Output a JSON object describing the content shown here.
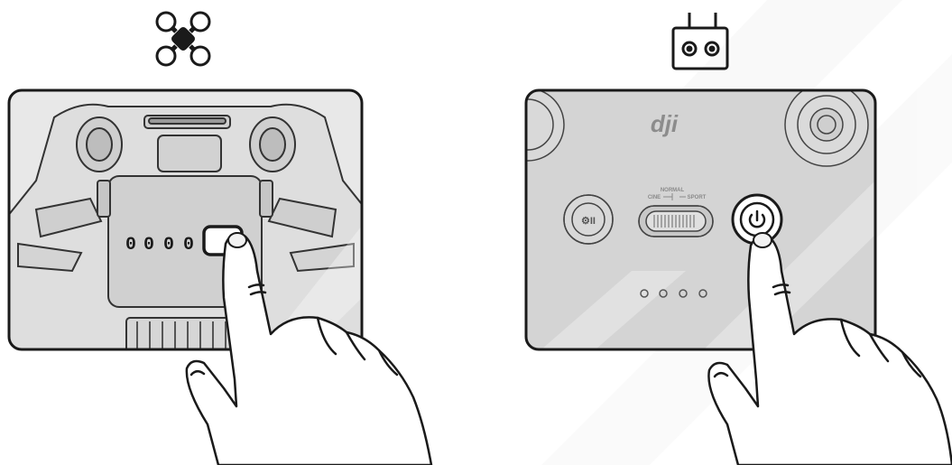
{
  "left_panel": {
    "device_icon": "drone-icon",
    "battery_leds": 4,
    "battery_led_glyph": "0",
    "pressed_button": "battery-power-button"
  },
  "right_panel": {
    "device_icon": "remote-controller-icon",
    "brand_logo": "dji",
    "flight_mode_labels": {
      "top": "NORMAL",
      "left": "CINE",
      "right": "SPORT"
    },
    "status_leds": 4,
    "pressed_button": "controller-power-button"
  },
  "colors": {
    "outline": "#1a1a1a",
    "panel_fill_left": "#e6e6e6",
    "panel_fill_right": "#d3d3d3",
    "hand_fill": "#ffffff"
  }
}
